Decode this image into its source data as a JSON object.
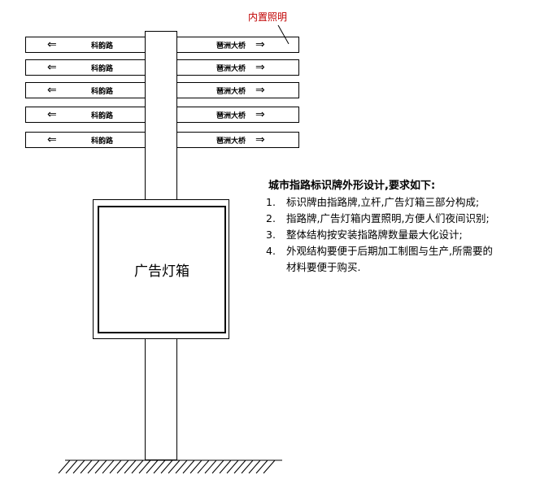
{
  "signs": [
    {
      "left": "科韵路",
      "right": "琶洲大桥"
    },
    {
      "left": "科韵路",
      "right": "琶洲大桥"
    },
    {
      "left": "科韵路",
      "right": "琶洲大桥"
    },
    {
      "left": "科韵路",
      "right": "琶洲大桥"
    },
    {
      "left": "科韵路",
      "right": "琶洲大桥"
    }
  ],
  "annotation": {
    "label": "内置照明",
    "color": "#c00000"
  },
  "lightbox": {
    "label": "广告灯箱"
  },
  "requirements": {
    "title": "城市指路标识牌外形设计,要求如下:",
    "items": [
      {
        "num": "1.",
        "text": "标识牌由指路牌,立杆,广告灯箱三部分构成;"
      },
      {
        "num": "2.",
        "text": "指路牌,广告灯箱内置照明,方便人们夜间识别;"
      },
      {
        "num": "3.",
        "text": "整体结构按安装指路牌数量最大化设计;"
      },
      {
        "num": "4.",
        "text": "外观结构要便于后期加工制图与生产,所需要的",
        "cont": "材料要便于购买."
      }
    ]
  }
}
